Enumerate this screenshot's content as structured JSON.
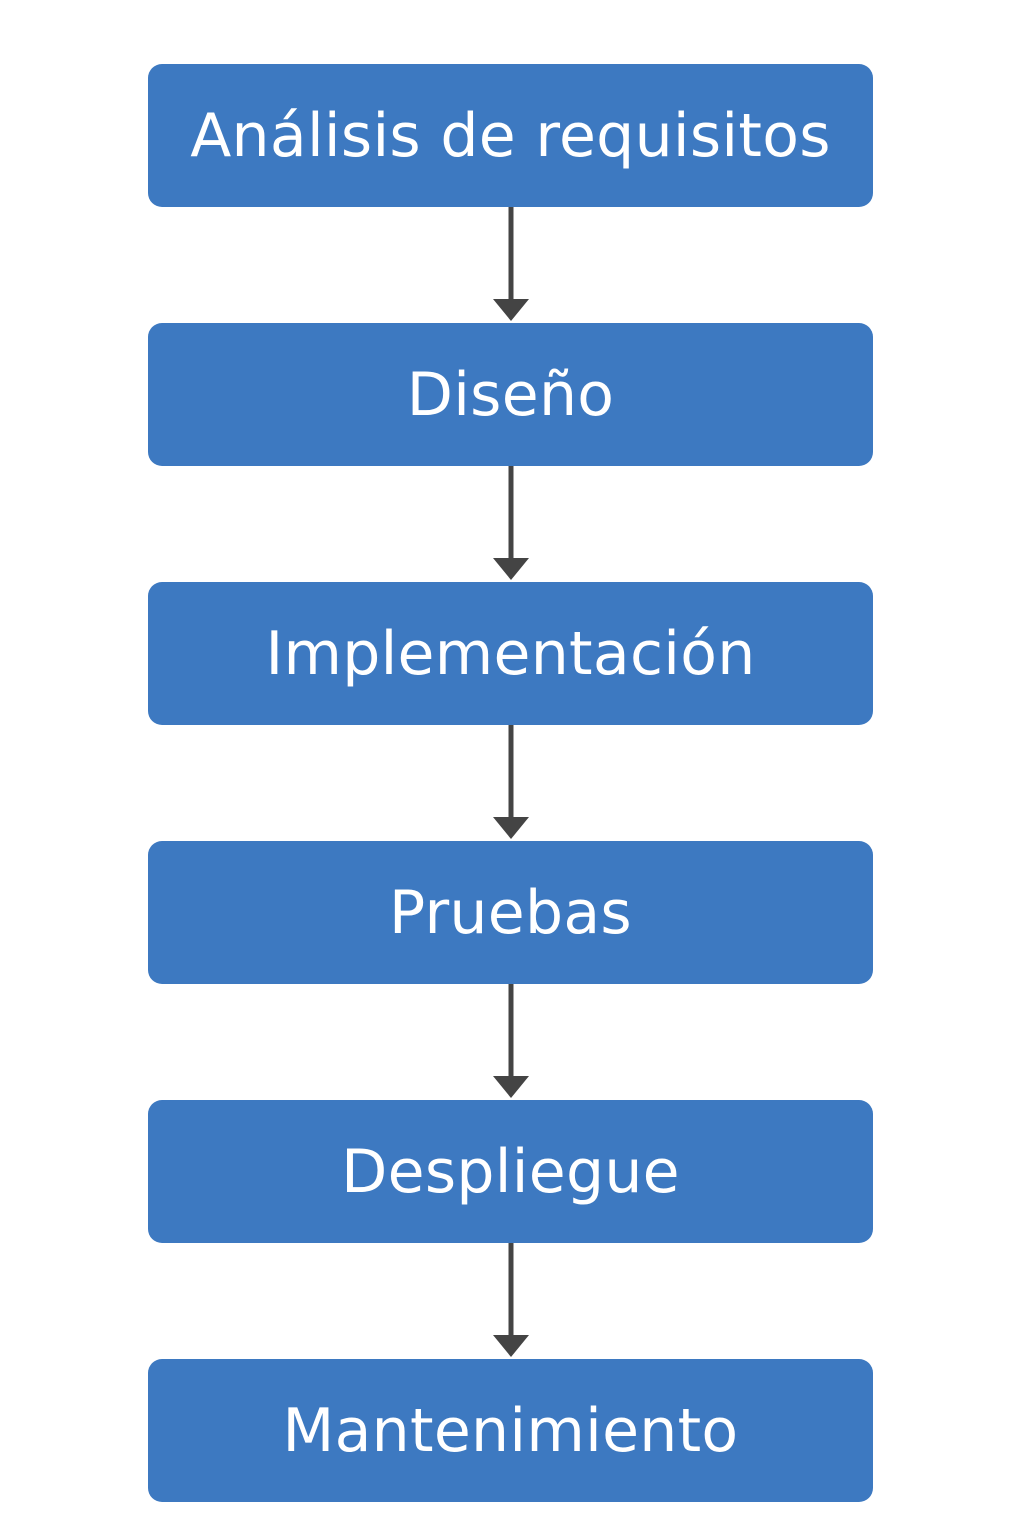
{
  "colors": {
    "box_fill": "#3d79c1",
    "box_text": "#ffffff",
    "arrow": "#444444",
    "background": "#ffffff"
  },
  "flow": {
    "steps": [
      {
        "label": "Análisis de requisitos"
      },
      {
        "label": "Diseño"
      },
      {
        "label": "Implementación"
      },
      {
        "label": "Pruebas"
      },
      {
        "label": "Despliegue"
      },
      {
        "label": "Mantenimiento"
      }
    ]
  }
}
